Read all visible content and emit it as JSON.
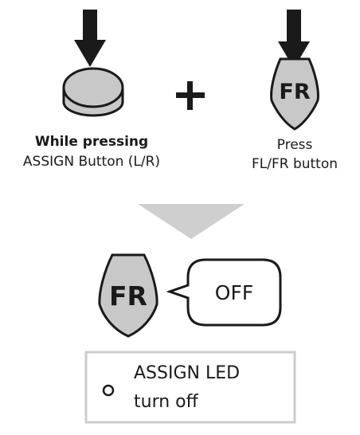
{
  "step1": {
    "left_caption_bold": "While pressing",
    "left_caption": "ASSIGN Button (L/R)",
    "right_key_label": "FR",
    "right_caption_line1": "Press",
    "right_caption_line2": "FL/FR button",
    "plus_symbol": "+"
  },
  "step2": {
    "key_label": "FR",
    "speech_text": "OFF"
  },
  "status": {
    "led_icon": "circle-outline-icon",
    "line1": "ASSIGN LED",
    "line2": "turn off"
  },
  "colors": {
    "key_fill": "#c8c8c8",
    "arrow": "#1a1a1a",
    "flow_arrow": "#cfcfcf",
    "box_border": "#cccccc"
  }
}
